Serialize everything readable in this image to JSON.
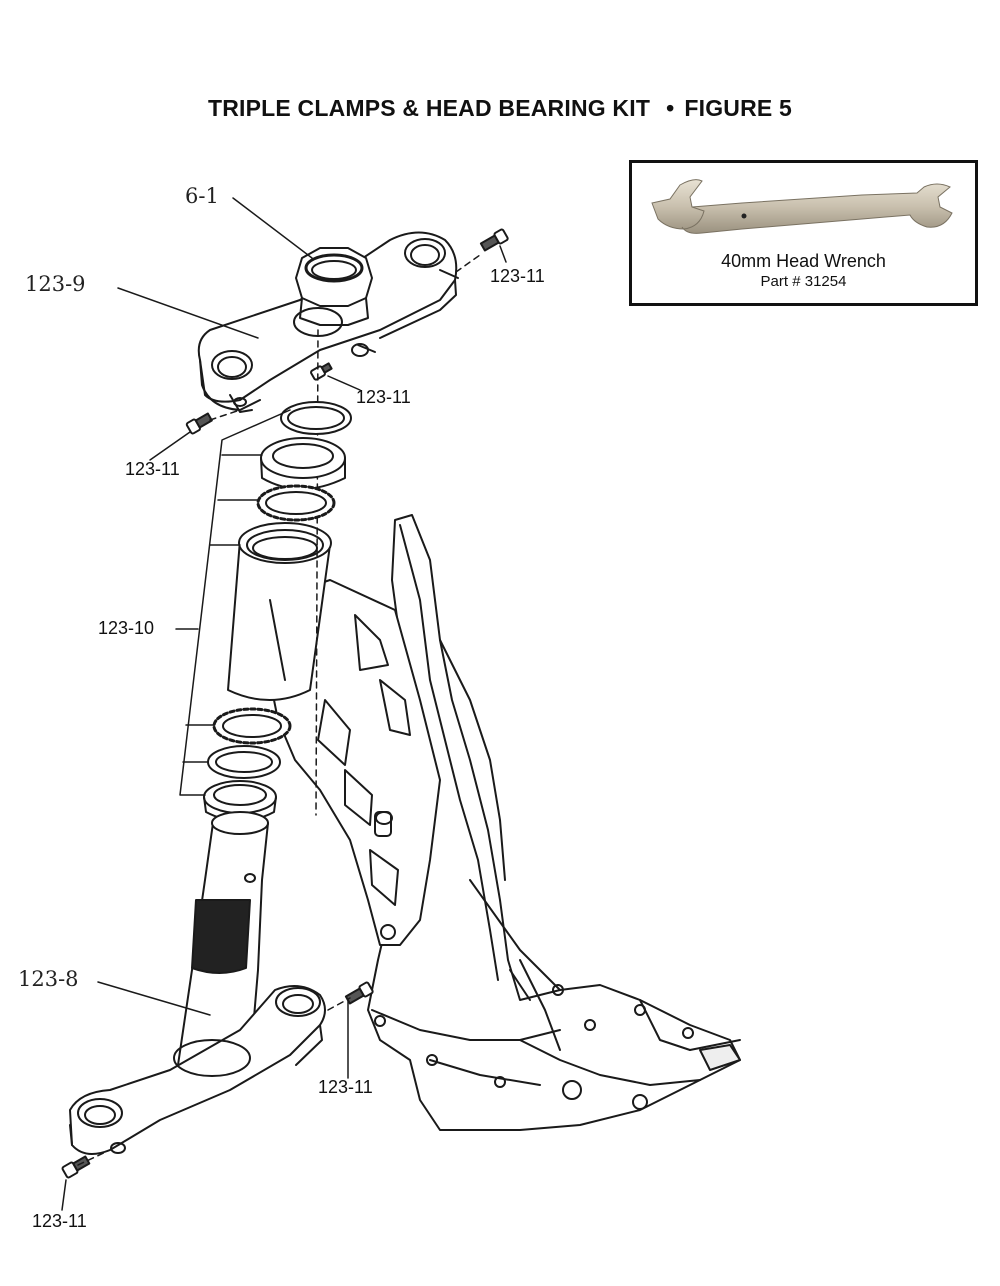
{
  "title": {
    "main": "TRIPLE CLAMPS & HEAD BEARING KIT",
    "separator": "•",
    "figure": "FIGURE 5"
  },
  "callouts": {
    "nut": "6-1",
    "upper_clamp": "123-9",
    "bolt_top_right": "123-11",
    "bolt_upper_mid": "123-11",
    "bolt_upper_left": "123-11",
    "bearing_kit": "123-10",
    "lower_clamp": "123-8",
    "bolt_lower_mid": "123-11",
    "bolt_lower_left": "123-11"
  },
  "inset": {
    "tool_name": "40mm Head Wrench",
    "part_number": "Part # 31254",
    "icon": "wrench-icon"
  }
}
